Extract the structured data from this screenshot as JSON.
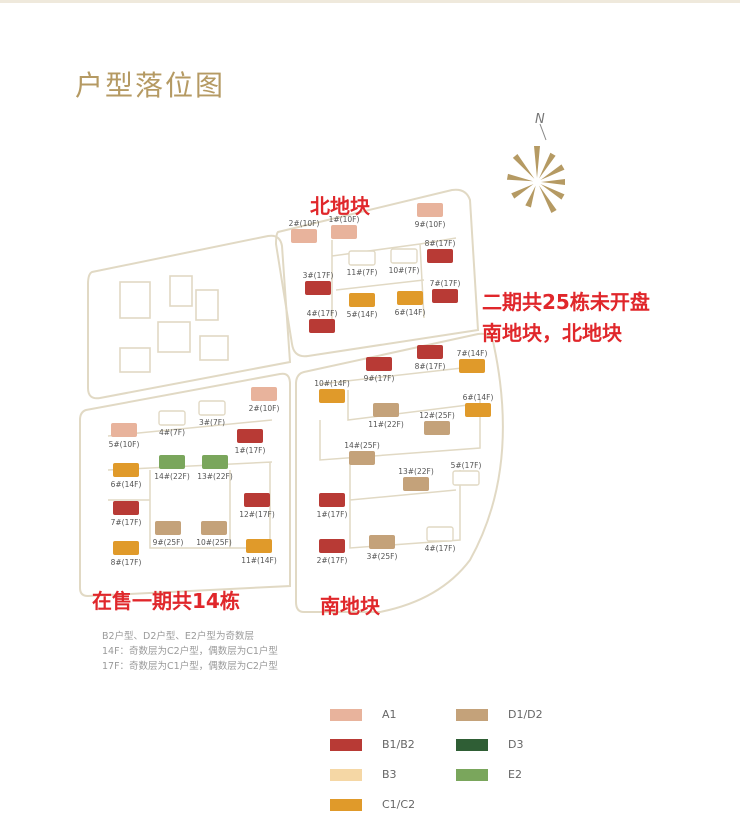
{
  "title": "户型落位图",
  "compass": {
    "label": "N"
  },
  "blocks": {
    "north": "北地块",
    "south": "南地块"
  },
  "annotations": {
    "phase1": "在售一期共14栋",
    "phase2_line1": "二期共25栋未开盘",
    "phase2_line2": "南地块，北地块"
  },
  "notes": [
    "B2户型、D2户型、E2户型为奇数层",
    "14F：奇数层为C2户型，偶数层为C1户型",
    "17F：奇数层为C1户型，偶数层为C2户型"
  ],
  "colors": {
    "A1": "#e8b39c",
    "B1/B2": "#b83a35",
    "B3": "#f5d7a5",
    "C1/C2": "#e09a2a",
    "D1/D2": "#c4a27a",
    "D3": "#2f5e35",
    "E2": "#7aa65c",
    "outline": "#e1d9c4",
    "accent": "#b59a63"
  },
  "legend": [
    {
      "label": "A1",
      "color": "#e8b39c"
    },
    {
      "label": "B1/B2",
      "color": "#b83a35"
    },
    {
      "label": "B3",
      "color": "#f5d7a5"
    },
    {
      "label": "C1/C2",
      "color": "#e09a2a"
    },
    {
      "label": "D1/D2",
      "color": "#c4a27a"
    },
    {
      "label": "D3",
      "color": "#2f5e35"
    },
    {
      "label": "E2",
      "color": "#7aa65c"
    }
  ],
  "buildings": {
    "north": [
      {
        "label": "9#(10F)",
        "type": "A1"
      },
      {
        "label": "2#(10F)",
        "type": "A1"
      },
      {
        "label": "1#(10F)",
        "type": "A1"
      },
      {
        "label": "11#(7F)",
        "type": "outline"
      },
      {
        "label": "10#(7F)",
        "type": "outline"
      },
      {
        "label": "8#(17F)",
        "type": "B1/B2"
      },
      {
        "label": "3#(17F)",
        "type": "B1/B2"
      },
      {
        "label": "7#(17F)",
        "type": "B1/B2"
      },
      {
        "label": "5#(14F)",
        "type": "C1/C2"
      },
      {
        "label": "6#(14F)",
        "type": "C1/C2"
      },
      {
        "label": "4#(17F)",
        "type": "B1/B2"
      }
    ],
    "phase1": [
      {
        "label": "5#(10F)",
        "type": "A1"
      },
      {
        "label": "4#(7F)",
        "type": "outline"
      },
      {
        "label": "3#(7F)",
        "type": "outline"
      },
      {
        "label": "2#(10F)",
        "type": "A1"
      },
      {
        "label": "1#(17F)",
        "type": "B1/B2"
      },
      {
        "label": "6#(14F)",
        "type": "C1/C2"
      },
      {
        "label": "14#(22F)",
        "type": "E2"
      },
      {
        "label": "13#(22F)",
        "type": "E2"
      },
      {
        "label": "7#(17F)",
        "type": "B1/B2"
      },
      {
        "label": "12#(17F)",
        "type": "B1/B2"
      },
      {
        "label": "8#(17F)",
        "type": "C1/C2"
      },
      {
        "label": "9#(25F)",
        "type": "D1/D2"
      },
      {
        "label": "10#(25F)",
        "type": "D1/D2"
      },
      {
        "label": "11#(14F)",
        "type": "C1/C2"
      }
    ],
    "south": [
      {
        "label": "7#(14F)",
        "type": "C1/C2"
      },
      {
        "label": "9#(17F)",
        "type": "B1/B2"
      },
      {
        "label": "8#(17F)",
        "type": "B1/B2"
      },
      {
        "label": "10#(14F)",
        "type": "C1/C2"
      },
      {
        "label": "6#(14F)",
        "type": "C1/C2"
      },
      {
        "label": "11#(22F)",
        "type": "D1/D2"
      },
      {
        "label": "12#(25F)",
        "type": "D1/D2"
      },
      {
        "label": "14#(25F)",
        "type": "D1/D2"
      },
      {
        "label": "13#(22F)",
        "type": "D1/D2"
      },
      {
        "label": "5#(17F)",
        "type": "outline"
      },
      {
        "label": "1#(17F)",
        "type": "B1/B2"
      },
      {
        "label": "2#(17F)",
        "type": "B1/B2"
      },
      {
        "label": "3#(25F)",
        "type": "D1/D2"
      },
      {
        "label": "4#(17F)",
        "type": "outline"
      }
    ]
  }
}
